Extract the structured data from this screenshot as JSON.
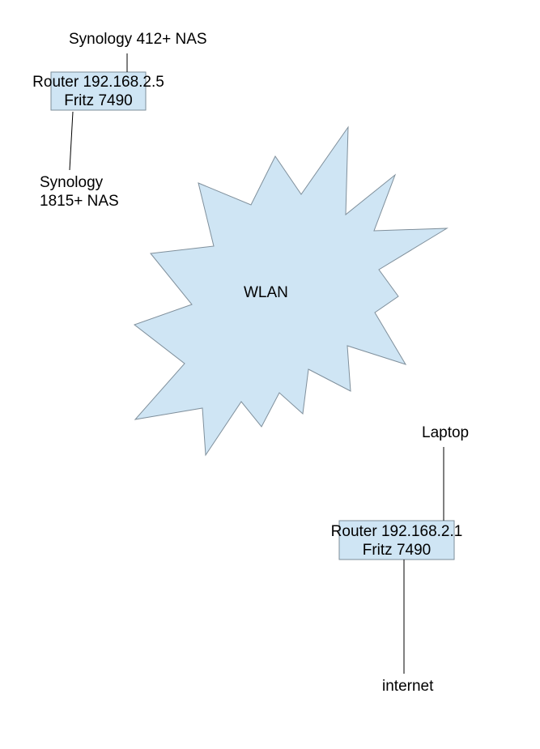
{
  "colors": {
    "box_fill": "#cfe5f4",
    "box_stroke": "#7e8e9a",
    "cloud_fill": "#cfe5f4",
    "cloud_stroke": "#7f8f9b",
    "line": "#000000"
  },
  "nodes": {
    "nas_412": {
      "label": "Synology 412+ NAS"
    },
    "router_top": {
      "line1": "Router 192.168.2.5",
      "line2": "Fritz 7490"
    },
    "nas_1815": {
      "line1": "Synology",
      "line2": "1815+ NAS"
    },
    "wlan": {
      "label": "WLAN"
    },
    "laptop": {
      "label": "Laptop"
    },
    "router_bottom": {
      "line1": "Router 192.168.2.1",
      "line2": "Fritz 7490"
    },
    "internet": {
      "label": "internet"
    }
  },
  "connections": [
    {
      "from": "nas_412",
      "to": "router_top"
    },
    {
      "from": "router_top",
      "to": "nas_1815"
    },
    {
      "from": "laptop",
      "to": "router_bottom"
    },
    {
      "from": "router_bottom",
      "to": "internet"
    }
  ]
}
